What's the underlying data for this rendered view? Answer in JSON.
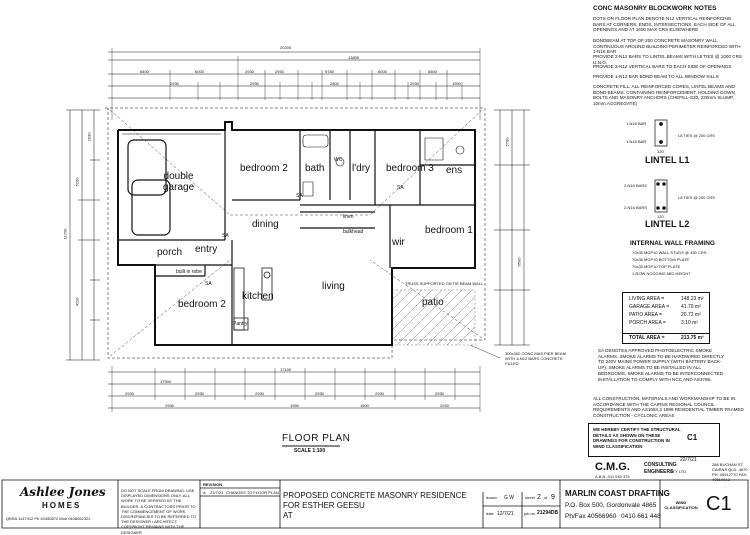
{
  "plan": {
    "rooms": {
      "double_garage": "double\ngarage",
      "bedroom2_top": "bedroom 2",
      "bath": "bath",
      "wc": "WC",
      "ldry": "l'dry",
      "bedroom3": "bedroom 3",
      "ens": "ens",
      "dining": "dining",
      "bedroom1": "bedroom 1",
      "wir": "wir",
      "porch": "porch",
      "entry": "entry",
      "bedroom2_bottom": "bedroom 2",
      "kitchen": "kitchen",
      "living": "living",
      "patio": "patio",
      "linen": "linen",
      "bulkhead": "bulkhead",
      "built_in_robe": "built in robe",
      "pantry": "Pantry"
    },
    "dims_top": [
      "20200",
      "13800",
      "6400",
      "6000",
      "2930",
      "2930",
      "9780",
      "6000",
      "6500",
      "2930",
      "2930",
      "2800",
      "2930",
      "1950"
    ],
    "dims_bottom": [
      "17100",
      "17900",
      "2930",
      "2930",
      "2930",
      "2930",
      "2930",
      "2930",
      "2930",
      "1950",
      "1500",
      "2930"
    ],
    "dims_side": [
      "11700",
      "5200",
      "4110",
      "2930",
      "5700",
      "6500"
    ],
    "annotations": {
      "sa": "SA",
      "tie_beam": "TRUSS SUPPORTED ON TIE BEAM WALL",
      "pier_note": "300x300 CONC MAS PIER BEAM WITH 4-N12 BARS CONCRETE FILLED",
      "floor_plan_title": "FLOOR PLAN",
      "scale": "SCALE 1:100"
    }
  },
  "notes": {
    "heading": "CONC MASONRY BLOCKWORK NOTES",
    "items": [
      "DOTS ON FLOOR PLAN DENOTE N12 VERTICAL REINFORCING BARS AT CORNERS, ENDS, INTERSECTIONS, EACH SIDE OF ALL OPENINGS AND AT 1600 MAX CRS ELSEWHERE",
      "BONDBEAM AT TOP OF 200 CONCRETE MASONRY WALL CONTINUOUS AROUND BUILDING PERIMETER REINFORCED WITH 1-N16 BAR",
      "PROVIDE 2-N12 BARS TO LINTEL BEAMS WITH L8 TIES @ 1000 CRS U.N.O.",
      "PROVIDE 3-N12 VERTICAL BARS TO EACH SIDE OF OPENINGS",
      "PROVIDE 1-N12 BAR BOND BEAM TO ALL WINDOW SILLS",
      "CONCRETE FILL: ALL REINFORCED CORES, LINTEL BEAMS AND BOND BEAMS. CONTAINING REINFORCEMENT, HOLDING DOWN BOLTS AND MASONRY ANCHORS (CHEFILL-S20, 230mm SLUMP, 10mm AGGREGATE)"
    ]
  },
  "lintels": {
    "l1": {
      "title": "LINTEL L1",
      "bar_top": "1-N16 BAR",
      "bar_bot": "1-N16 BAR",
      "ties": "L8 TIES @ 200 CRS",
      "width": "120"
    },
    "l2": {
      "title": "LINTEL L2",
      "bar_top": "2-N16 BARS",
      "bar_bot": "2-N16 BARS",
      "ties": "L8 TIES @ 200 CRS",
      "width": "120"
    }
  },
  "framing": {
    "heading": "INTERNAL WALL FRAMING",
    "lines": [
      "70x35 MGP10 WALL STUDS @ 450 CRS",
      "70x35 MGP10 BOTTOM PLATE",
      "70x35 MGP10 TOP PLATE",
      "1-ROW NOGGING MID-HEIGHT"
    ]
  },
  "areas": {
    "rows": [
      {
        "label": "LIVING AREA =",
        "value": "148.23 m²"
      },
      {
        "label": "GARAGE AREA =",
        "value": "41.70 m²"
      },
      {
        "label": "PATIO AREA =",
        "value": "20.72 m²"
      },
      {
        "label": "PORCH AREA =",
        "value": "3.10 m²"
      }
    ],
    "total_label": "TOTAL AREA =",
    "total_value": "213.75 m²"
  },
  "smoke_note": "SA DENOTES APPROVED PHOTOELECTRIC SMOKE ALARMS. SMOKE ALARMS TO BE HARDWIRED DIRECTLY TO 240V MAINS POWER SUPPLY (WITH BATTERY BACK-UP). SMOKE ALARMS TO BE INSTALLED IN ALL BEDROOMS. SMOKE ALARMS TO BE INTERCONNECTED. INSTALLATION TO COMPLY WITH NCC AND AS3786.",
  "construction_note": "ALL CONSTRUCTION, MATERIALS AND WORKMANSHIP TO BE IN ACCORDANCE WITH THE CAIRNS REGIONAL COUNCIL REQUIREMENTS AND AS1684.3 1999 RESIDENTIAL TIMBER FRAMED CONSTRUCTION - CYCLONIC AREAS",
  "cert": {
    "text": "WE HEREBY CERTIFY THE STRUCTURAL DETAILS AS SHOWN ON THESE DRAWINGS FOR CONSTRUCTION IN WIND CLASSIFICATION",
    "class": "C1",
    "date": "22/7/21"
  },
  "engineer": {
    "logo": "C.M.G.",
    "name_line1": "CONSULTING",
    "name_line2": "ENGINEERS",
    "pty": "PTY LTD",
    "abn": "A.B.N. 011 049 375",
    "address": "288 BUCHAN ST. CAIRNS QLD. 4870 PH: 40512770 FAX: 40519013"
  },
  "titleblock": {
    "brand_top": "Ashlee Jones",
    "brand_bottom": "HOMES",
    "qbsa": "QBSA 1147412 Ph 40450872 Mob 0408062322",
    "disclaimer": "DO NOT SCALE FROM DRAWING. USE DISPLAYED DIMENSIONS ONLY. ALL WORK TO BE VERIFIED BY THE BUILDER. & CONTRACTORS PRIOR TO THE COMMENCEMENT OF WORK. DISCREPANCIES TO BE REFERRED TO THE DESIGNER / ARCHITECT. COPYRIGHT REMAINS WITH THE DESIGNER",
    "revision_label": "REVISION",
    "rev_a": "A",
    "rev_a_date": "21/7/21",
    "rev_a_desc": "CHANGES TO FLOOR PLAN",
    "project_line1": "PROPOSED CONCRETE MASONRY RESIDENCE",
    "project_line2": "FOR ESTHER GEESU",
    "project_line3": "AT",
    "drawn_label": "drawn",
    "drawn": "G W",
    "sheet_label": "sheet",
    "sheet": "2",
    "of_label": "of",
    "sheets": "9",
    "date_label": "date",
    "date": "12/7/21",
    "job_label": "job no.",
    "job": "21294DB",
    "firm": "MARLIN COAST DRAFTING",
    "firm_po": "P.O. Box 500,  Gordonvale 4865",
    "firm_ph": "Ph/Fax 40566960",
    "firm_mob": "0410 661 448",
    "wind_label": "WIND CLASSIFICATION",
    "wind_value": "C1"
  }
}
